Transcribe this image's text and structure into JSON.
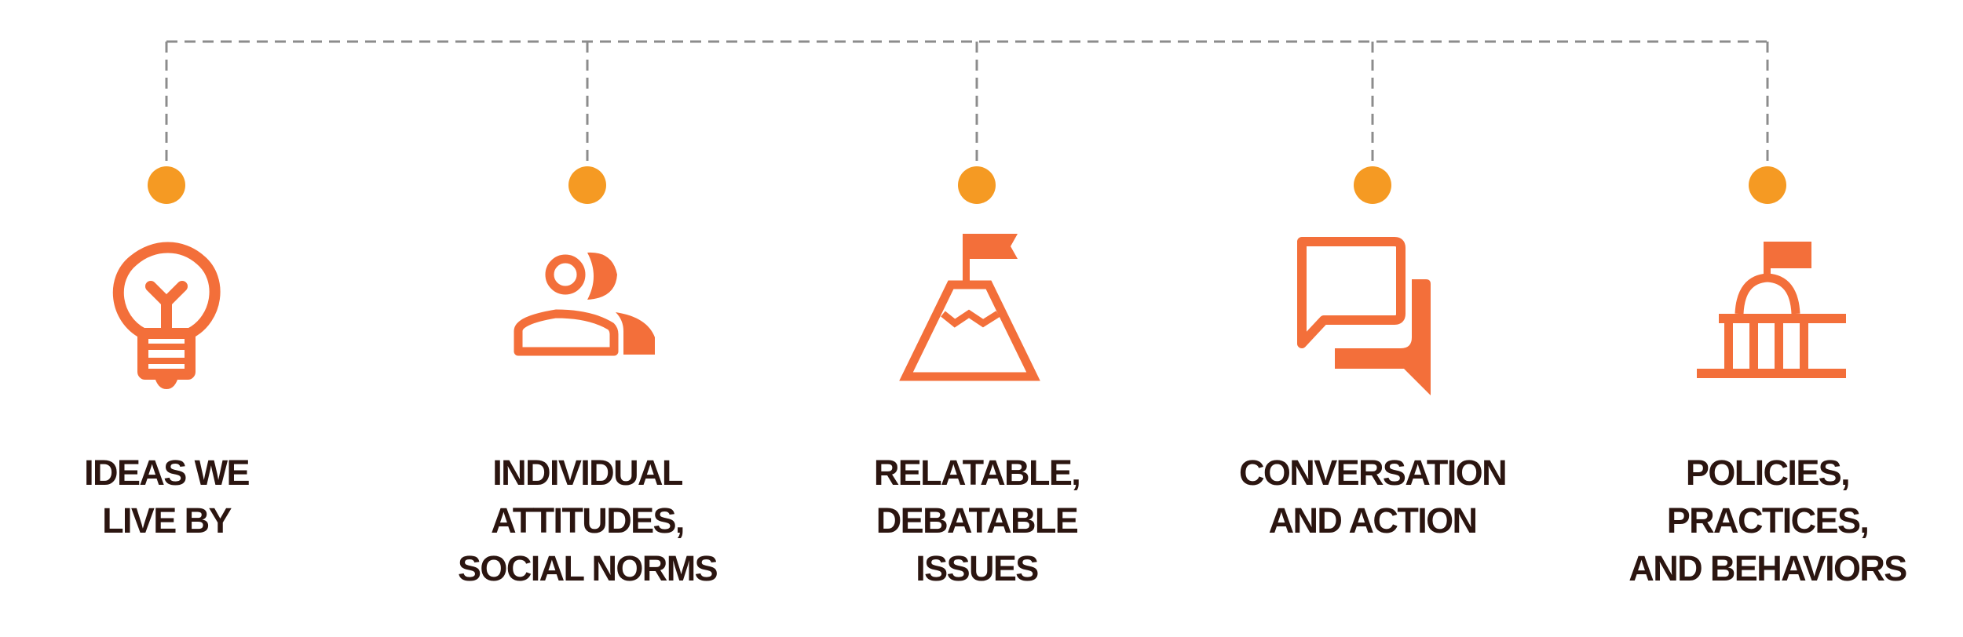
{
  "colors": {
    "accent": "#f36f3a",
    "dot": "#f59a23",
    "text": "#2b1510",
    "connector": "#8c8c8c"
  },
  "stages": [
    {
      "label": "IDEAS WE\nLIVE BY",
      "icon": "lightbulb-icon"
    },
    {
      "label": "INDIVIDUAL\nATTITUDES,\nSOCIAL NORMS",
      "icon": "people-icon"
    },
    {
      "label": "RELATABLE,\nDEBATABLE\nISSUES",
      "icon": "mountain-flag-icon"
    },
    {
      "label": "CONVERSATION\nAND ACTION",
      "icon": "chat-bubbles-icon"
    },
    {
      "label": "POLICIES,\nPRACTICES,\nAND BEHAVIORS",
      "icon": "capitol-building-icon"
    }
  ]
}
